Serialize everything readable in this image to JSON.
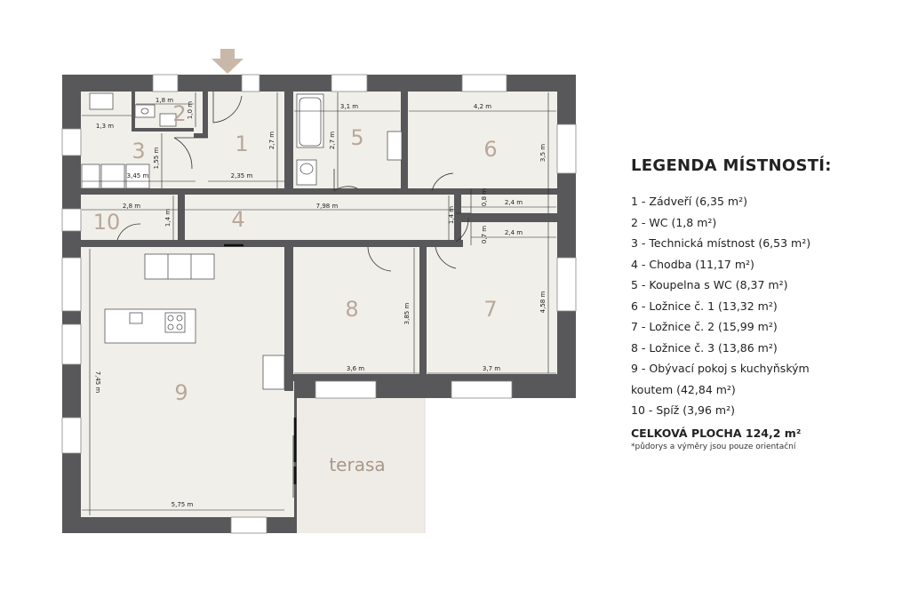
{
  "legend": {
    "title": "LEGENDA MÍSTNOSTÍ:",
    "items": [
      "1 - Zádveří (6,35 m²)",
      "2 - WC (1,8 m²)",
      "3 - Technická místnost (6,53 m²)",
      "4 - Chodba (11,17 m²)",
      "5 - Koupelna s WC (8,37 m²)",
      "6 - Ložnice č. 1 (13,32 m²)",
      "7 - Ložnice č. 2 (15,99 m²)",
      "8 - Ložnice č. 3 (13,86 m²)",
      "9 - Obývací pokoj s kuchyňským",
      "koutem (42,84 m²)",
      "10 - Spíž (3,96 m²)"
    ],
    "total": "CELKOVÁ PLOCHA 124,2 m²",
    "note": "*půdorys a výměry jsou pouze orientační"
  },
  "rooms": {
    "r1": "1",
    "r2": "2",
    "r3": "3",
    "r4": "4",
    "r5": "5",
    "r6": "6",
    "r7": "7",
    "r8": "8",
    "r9": "9",
    "r10": "10"
  },
  "terrace": "terasa",
  "dims": {
    "d_1_8": "1,8 m",
    "d_1_0": "1,0 m",
    "d_1_3": "1,3 m",
    "d_1_55": "1,55 m",
    "d_3_45": "3,45 m",
    "d_2_35": "2,35 m",
    "d_2_7a": "2,7 m",
    "d_3_1": "3,1 m",
    "d_2_7b": "2,7 m",
    "d_4_2": "4,2 m",
    "d_3_5": "3,5 m",
    "d_0_8": "0,8 m",
    "d_2_4a": "2,4 m",
    "d_2_8": "2,8 m",
    "d_1_4a": "1,4 m",
    "d_7_98": "7,98 m",
    "d_1_4b": "1,4 m",
    "d_0_7": "0,7 m",
    "d_2_4b": "2,4 m",
    "d_4_58": "4,58 m",
    "d_3_85": "3,85 m",
    "d_3_6": "3,6 m",
    "d_3_7": "3,7 m",
    "d_7_45": "7,45 m",
    "d_5_75": "5,75 m"
  },
  "colors": {
    "wall": "#58585a",
    "floor": "#f1efea",
    "room_number": "#b8a89a",
    "entrance_arrow": "#c9b8a8"
  }
}
